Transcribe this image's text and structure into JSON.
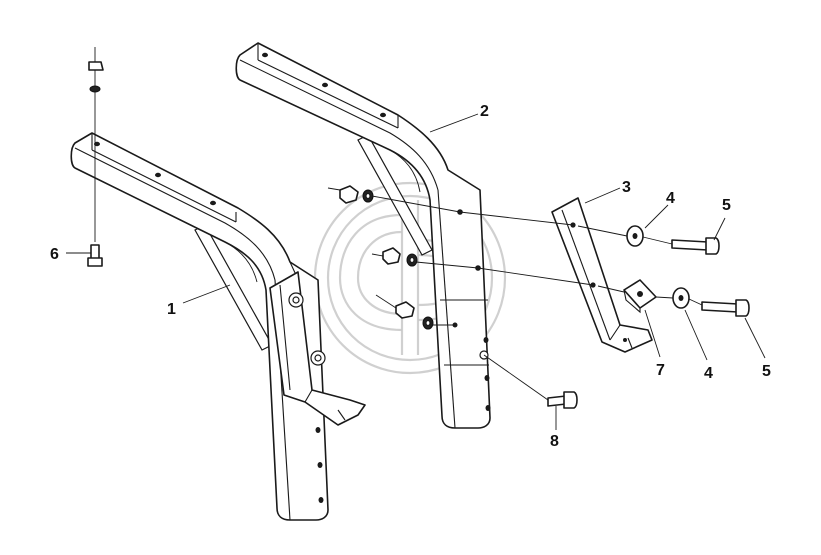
{
  "callouts": [
    {
      "id": "1",
      "text": "1"
    },
    {
      "id": "2",
      "text": "2"
    },
    {
      "id": "3",
      "text": "3"
    },
    {
      "id": "4a",
      "text": "4"
    },
    {
      "id": "5a",
      "text": "5"
    },
    {
      "id": "6",
      "text": "6"
    },
    {
      "id": "7",
      "text": "7"
    },
    {
      "id": "4b",
      "text": "4"
    },
    {
      "id": "5b",
      "text": "5"
    },
    {
      "id": "8",
      "text": "8"
    }
  ],
  "watermark": {
    "icon": "company-logo-watermark"
  }
}
